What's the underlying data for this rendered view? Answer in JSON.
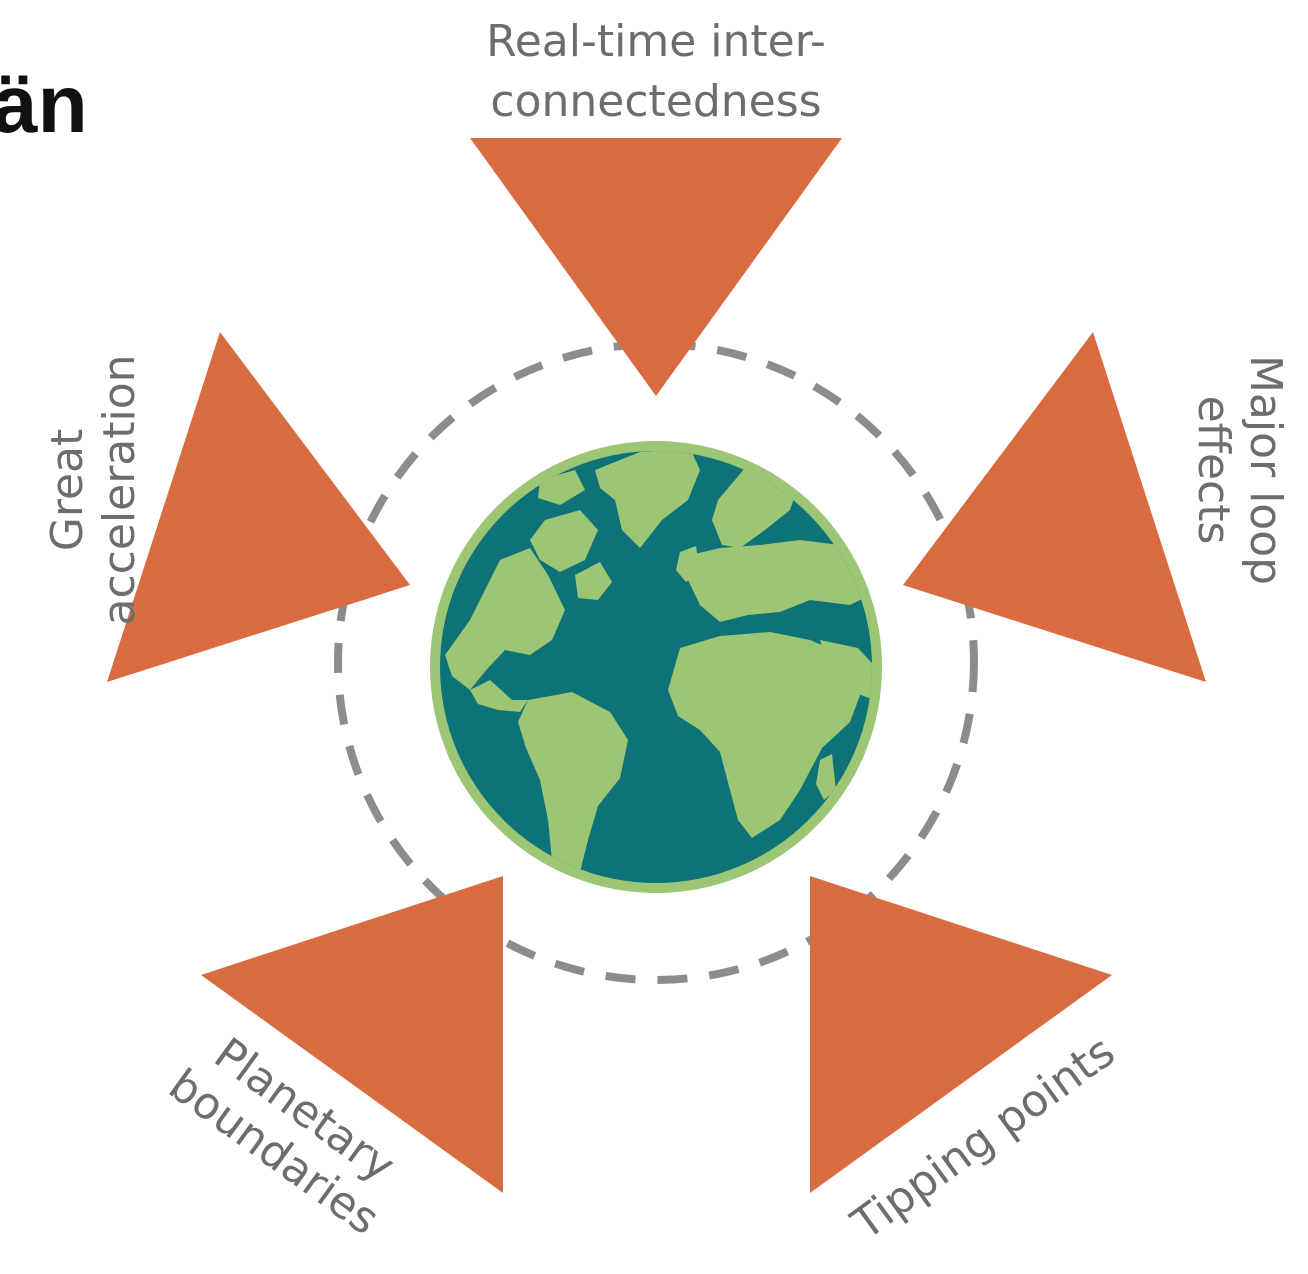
{
  "title_fragment": "än",
  "colors": {
    "triangle": "#D96B40",
    "ring_dash": "#8C8C8C",
    "ocean": "#0E7378",
    "land": "#9CC574",
    "globe_rim": "#9CC574",
    "label": "#6D6D6D"
  },
  "center": {
    "icon": "earth-globe-icon"
  },
  "labels": {
    "top_line1": "Real-time inter-",
    "top_line2": "connectedness",
    "right_line1": "Major loop",
    "right_line2": "effects",
    "left_line1": "Great",
    "left_line2": "acceleration",
    "bottom_left_line1": "Planetary",
    "bottom_left_line2": "boundaries",
    "bottom_right_line1": "Tipping points"
  }
}
